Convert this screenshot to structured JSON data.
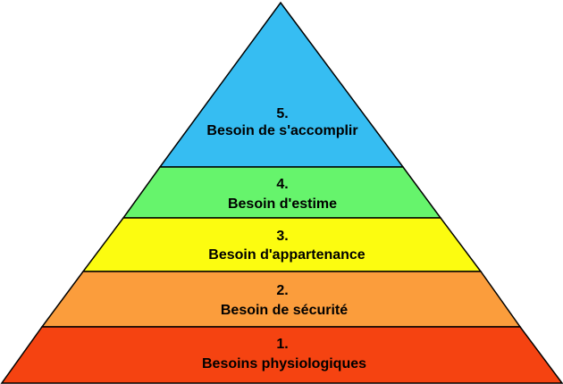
{
  "pyramid": {
    "levels": [
      {
        "number": "5.",
        "label": "Besoin de s'accomplir",
        "color": "#36bdf2"
      },
      {
        "number": "4.",
        "label": "Besoin d'estime",
        "color": "#66f46c"
      },
      {
        "number": "3.",
        "label": "Besoin d'appartenance",
        "color": "#fcfc10"
      },
      {
        "number": "2.",
        "label": "Besoin de sécurité",
        "color": "#fb9d3c"
      },
      {
        "number": "1.",
        "label": "Besoins physiologiques",
        "color": "#f54311"
      }
    ],
    "outline_color": "#000000"
  }
}
